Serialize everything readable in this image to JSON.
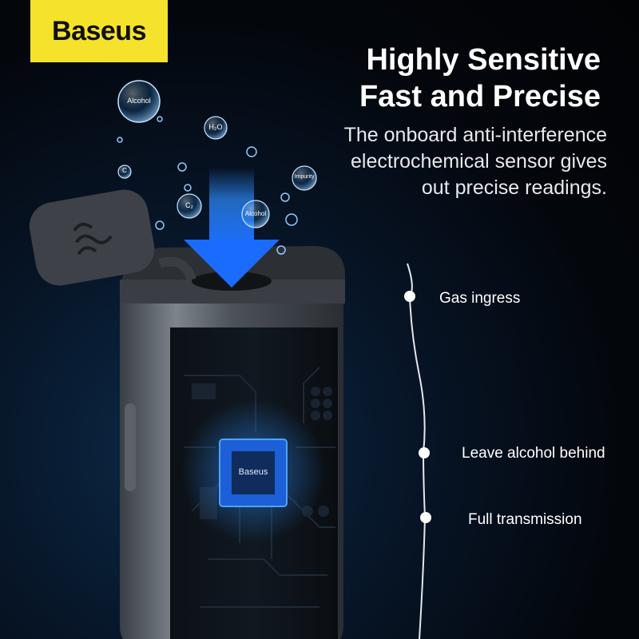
{
  "brand": {
    "name": "Baseus",
    "color": "#f5e22a"
  },
  "headline": {
    "line1": "Highly Sensitive",
    "line2": "Fast and Precise"
  },
  "subtext": {
    "line1": "The onboard anti-interference",
    "line2": "electrochemical sensor gives",
    "line3": "out precise readings."
  },
  "steps": [
    {
      "label": "Gas ingress"
    },
    {
      "label": "Leave alcohol behind"
    },
    {
      "label": "Full transmission"
    }
  ],
  "bubbles": [
    {
      "label": "Alcohol"
    },
    {
      "label": "H₂O"
    },
    {
      "label": "Impurity"
    },
    {
      "label": "C₂"
    },
    {
      "label": "Alcohol"
    },
    {
      "label": "C"
    }
  ],
  "chip": {
    "label": "Baseus"
  },
  "pcb_marking": {
    "label": "Baseus"
  },
  "colors": {
    "accent_blue": "#2d8cff",
    "background": "#05080d",
    "cap": "#2f3237"
  }
}
